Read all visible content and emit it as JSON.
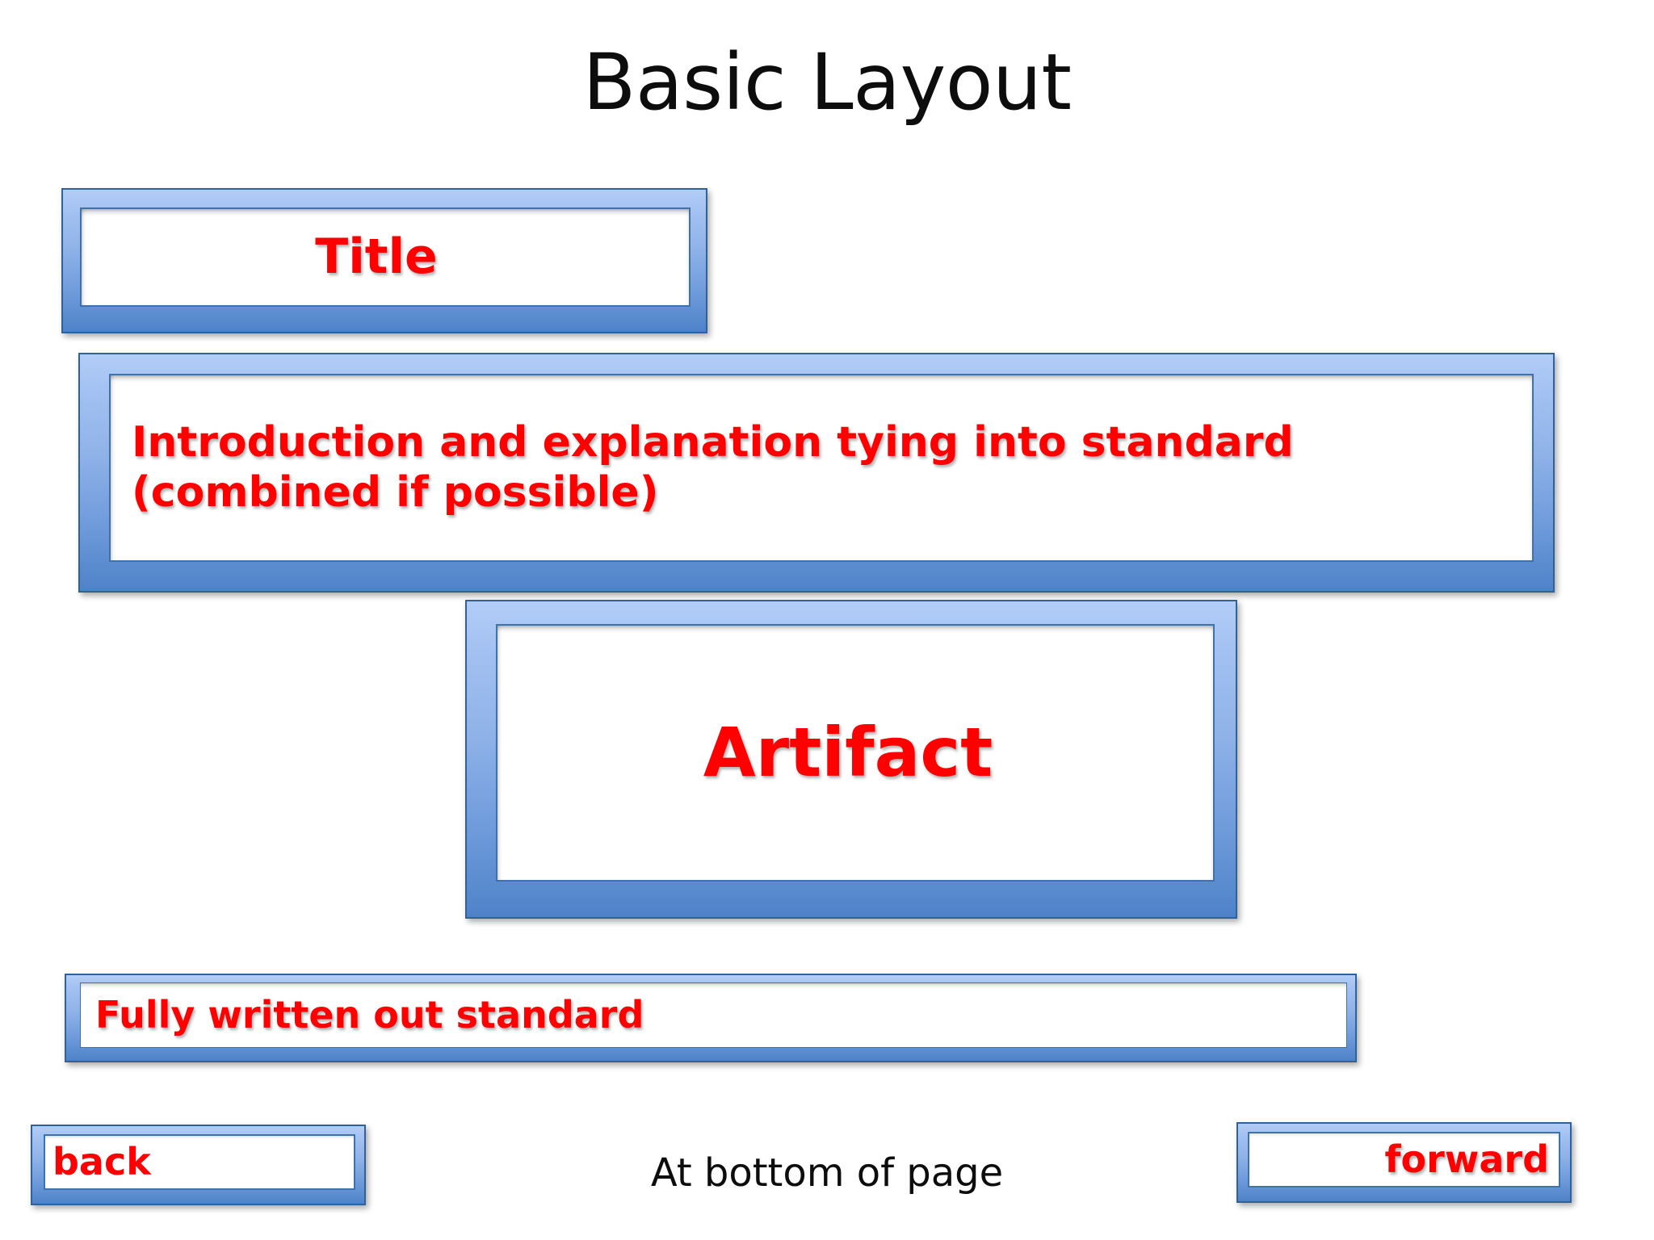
{
  "slide": {
    "title": "Basic Layout",
    "background_color": "#ffffff",
    "accent_color": "#4e82c8",
    "frame_light_color": "#b2cdf7",
    "frame_dark_color": "#4e82c8",
    "frame_outline_color": "#2f6298",
    "label_color": "#ff0000",
    "text_color": "#0d0d0d"
  },
  "placeholders": {
    "title_box": {
      "label": "Title",
      "align": "center"
    },
    "intro_box": {
      "label": "Introduction and explanation tying into standard (combined if possible)",
      "line1": "Introduction and explanation tying into standard",
      "line2": "(combined if possible)",
      "align": "left"
    },
    "artifact_box": {
      "label": "Artifact",
      "align": "center"
    },
    "standard_box": {
      "label": "Fully written out standard",
      "align": "left"
    }
  },
  "navigation": {
    "back_label": "back",
    "forward_label": "forward",
    "caption": "At bottom of page"
  }
}
